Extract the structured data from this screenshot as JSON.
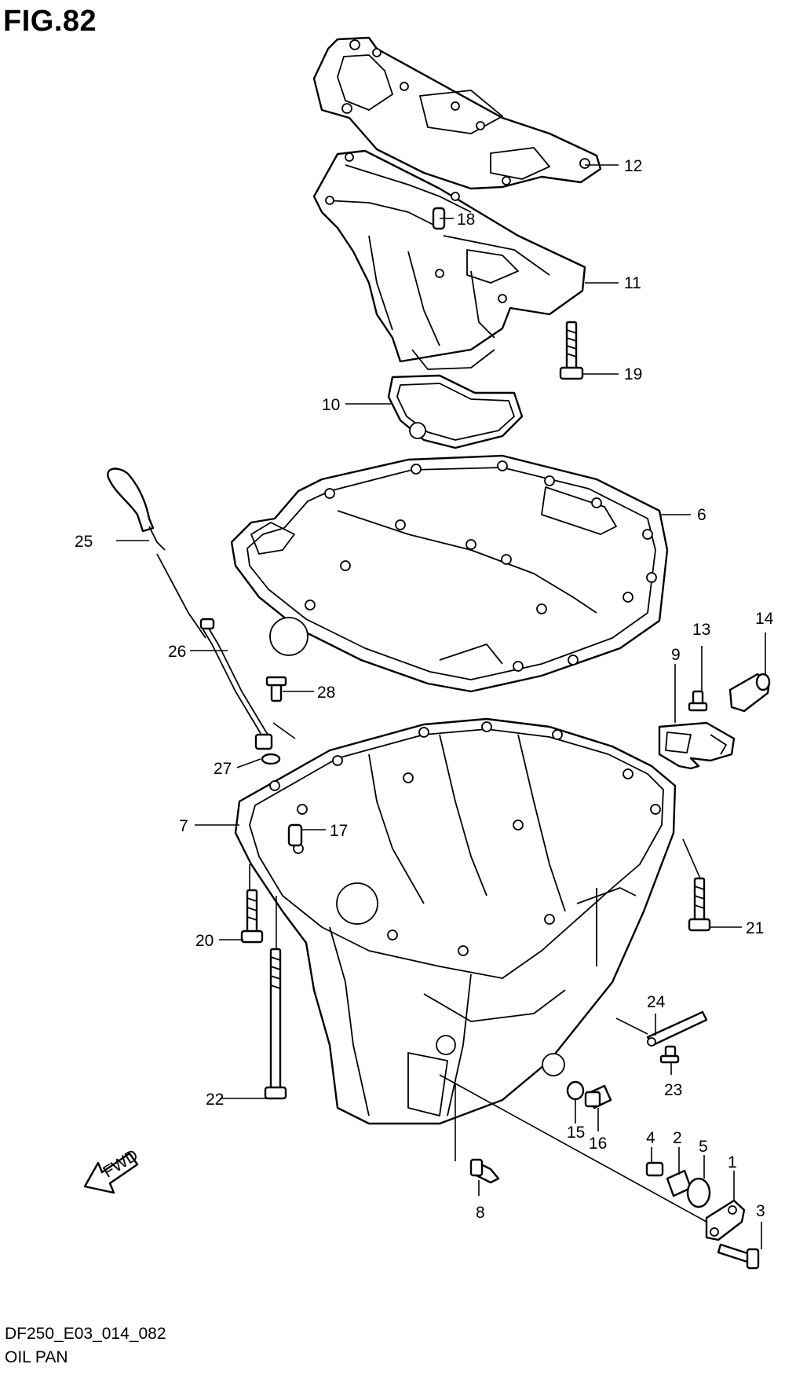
{
  "header": {
    "figure_label": "FIG.82"
  },
  "footer": {
    "drawing_code": "DF250_E03_014_082",
    "drawing_name": "OIL PAN"
  },
  "fwd_indicator": {
    "label": "FWD"
  },
  "callouts": {
    "c1": "1",
    "c2": "2",
    "c3": "3",
    "c4": "4",
    "c5": "5",
    "c6": "6",
    "c7": "7",
    "c8": "8",
    "c9": "9",
    "c10": "10",
    "c11": "11",
    "c12": "12",
    "c13": "13",
    "c14": "14",
    "c15": "15",
    "c16": "16",
    "c17": "17",
    "c18": "18",
    "c19": "19",
    "c20": "20",
    "c21": "21",
    "c22": "22",
    "c23": "23",
    "c24": "24",
    "c25": "25",
    "c26": "26",
    "c27": "27",
    "c28": "28"
  }
}
